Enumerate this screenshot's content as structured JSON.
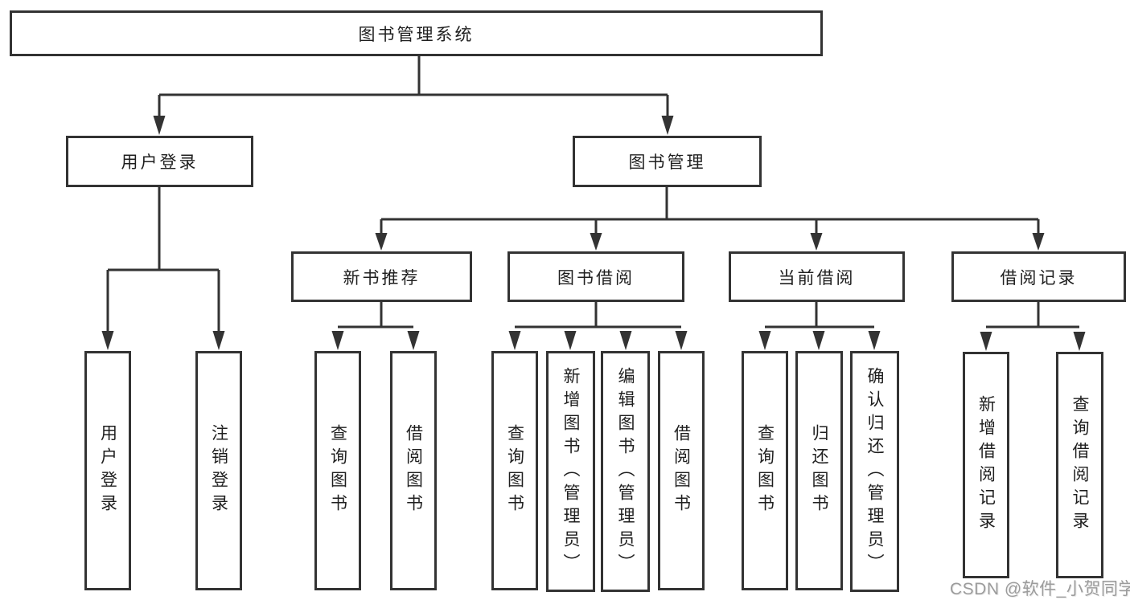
{
  "watermark": {
    "text": "CSDN @软件_小贺同学"
  },
  "colors": {
    "line": "#333333",
    "box_border": "#333333",
    "box_fill": "#ffffff",
    "text": "#1f1f1f",
    "watermark": "#9c9c9c"
  },
  "diagram": {
    "root": {
      "label": "图书管理系统",
      "children": [
        {
          "label": "用户登录",
          "children": [
            {
              "label": "用户登录"
            },
            {
              "label": "注销登录"
            }
          ]
        },
        {
          "label": "图书管理",
          "children": [
            {
              "label": "新书推荐",
              "children": [
                {
                  "label": "查询图书"
                },
                {
                  "label": "借阅图书"
                }
              ]
            },
            {
              "label": "图书借阅",
              "children": [
                {
                  "label": "查询图书"
                },
                {
                  "label": "新增图书（管理员）"
                },
                {
                  "label": "编辑图书（管理员）"
                },
                {
                  "label": "借阅图书"
                }
              ]
            },
            {
              "label": "当前借阅",
              "children": [
                {
                  "label": "查询图书"
                },
                {
                  "label": "归还图书"
                },
                {
                  "label": "确认归还（管理员）"
                }
              ]
            },
            {
              "label": "借阅记录",
              "children": [
                {
                  "label": "新增借阅记录"
                },
                {
                  "label": "查询借阅记录"
                }
              ]
            }
          ]
        }
      ]
    }
  }
}
